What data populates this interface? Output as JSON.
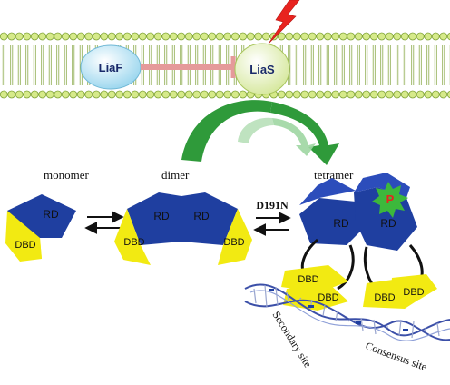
{
  "membrane": {
    "liaf_label": "LiaF",
    "lias_label": "LiaS"
  },
  "states": {
    "monomer_label": "monomer",
    "dimer_label": "dimer",
    "tetramer_label": "tetramer",
    "mutation_label": "D191N"
  },
  "domains": {
    "rd": "RD",
    "dbd": "DBD",
    "phospho": "P"
  },
  "sites": {
    "secondary": "Secondary site",
    "consensus": "Consensus site"
  },
  "colors": {
    "rd_blue": "#1f3fa0",
    "dbd_yellow": "#f2ea12",
    "arrow_green": "#2e9e2e",
    "bolt_red": "#e8231f",
    "liaf_fill": "#bfe6f5",
    "lias_fill": "#e9f3c7",
    "inhibit_pink": "#e59a9a"
  }
}
